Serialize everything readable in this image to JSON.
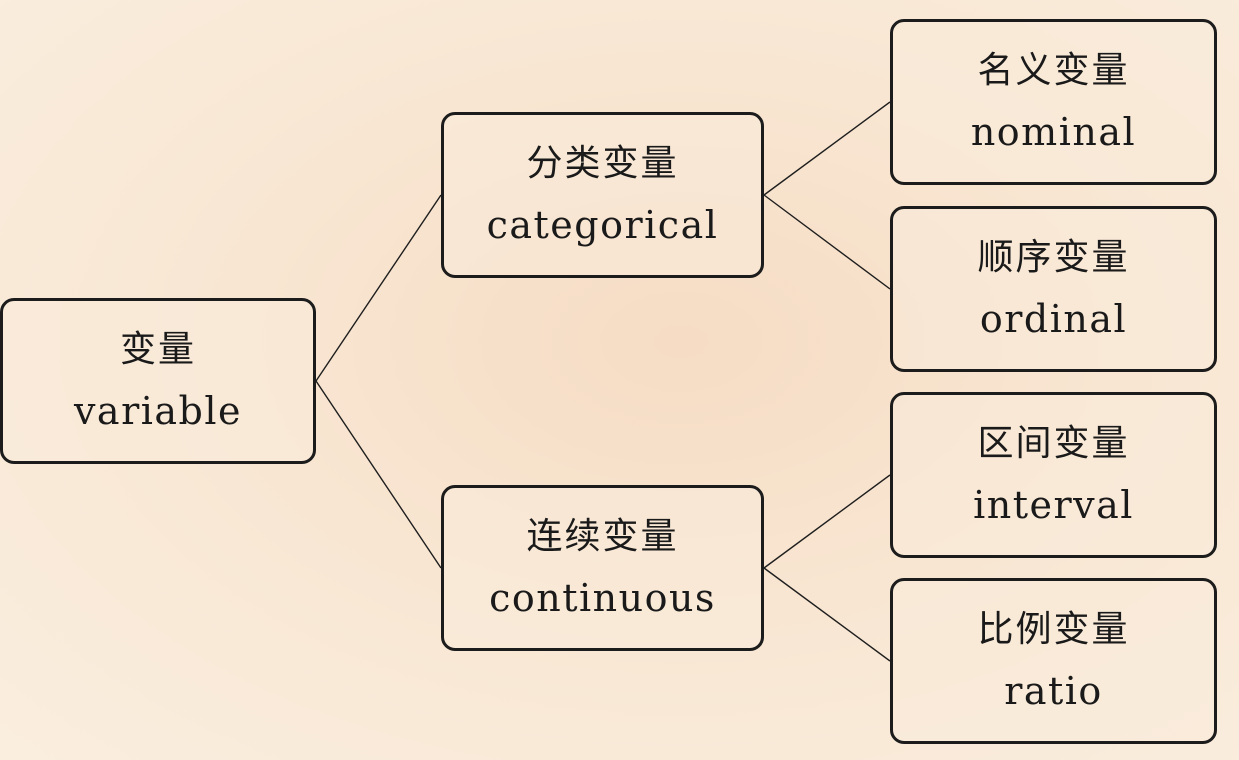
{
  "nodes": {
    "root": {
      "zh": "变量",
      "en": "variable"
    },
    "categorical": {
      "zh": "分类变量",
      "en": "categorical"
    },
    "continuous": {
      "zh": "连续变量",
      "en": "continuous"
    },
    "nominal": {
      "zh": "名义变量",
      "en": "nominal"
    },
    "ordinal": {
      "zh": "顺序变量",
      "en": "ordinal"
    },
    "interval": {
      "zh": "区间变量",
      "en": "interval"
    },
    "ratio": {
      "zh": "比例变量",
      "en": "ratio"
    }
  },
  "edges": [
    [
      "root",
      "categorical"
    ],
    [
      "root",
      "continuous"
    ],
    [
      "categorical",
      "nominal"
    ],
    [
      "categorical",
      "ordinal"
    ],
    [
      "continuous",
      "interval"
    ],
    [
      "continuous",
      "ratio"
    ]
  ]
}
